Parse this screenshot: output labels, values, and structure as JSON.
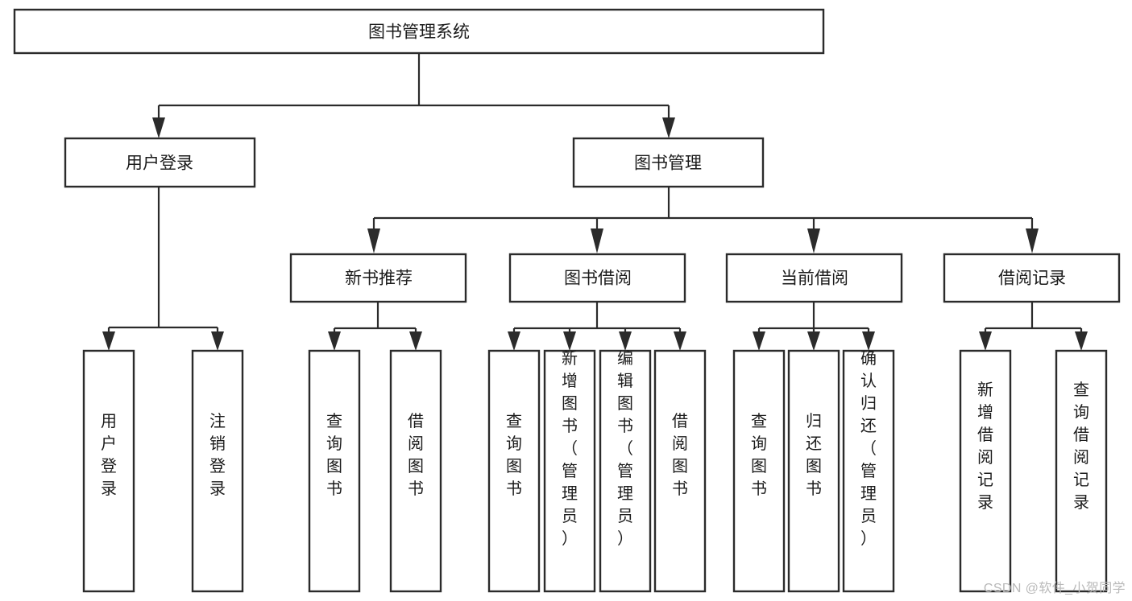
{
  "diagram": {
    "type": "tree-hierarchy",
    "title": "图书管理系统",
    "watermark": "CSDN @软件_小贺同学",
    "colors": {
      "box_stroke": "#2b2b2b",
      "box_fill": "#ffffff",
      "text": "#1b1b1b",
      "connector": "#2b2b2b",
      "watermark": "#b9b9b9",
      "background": "#ffffff"
    },
    "levels": {
      "root": {
        "label": "图书管理系统"
      },
      "level2": [
        {
          "label": "用户登录"
        },
        {
          "label": "图书管理"
        }
      ],
      "level3": [
        {
          "label": "新书推荐"
        },
        {
          "label": "图书借阅"
        },
        {
          "label": "当前借阅"
        },
        {
          "label": "借阅记录"
        }
      ],
      "leaves": {
        "user_login": [
          {
            "label": "用户登录"
          },
          {
            "label": "注销登录"
          }
        ],
        "new_book_recommend": [
          {
            "label": "查询图书"
          },
          {
            "label": "借阅图书"
          }
        ],
        "book_borrow": [
          {
            "label": "查询图书"
          },
          {
            "label": "新增图书（管理员）"
          },
          {
            "label": "编辑图书（管理员）"
          },
          {
            "label": "借阅图书"
          }
        ],
        "current_borrow": [
          {
            "label": "查询图书"
          },
          {
            "label": "归还图书"
          },
          {
            "label": "确认归还（管理员）"
          }
        ],
        "borrow_record": [
          {
            "label": "新增借阅记录"
          },
          {
            "label": "查询借阅记录"
          }
        ]
      }
    }
  }
}
